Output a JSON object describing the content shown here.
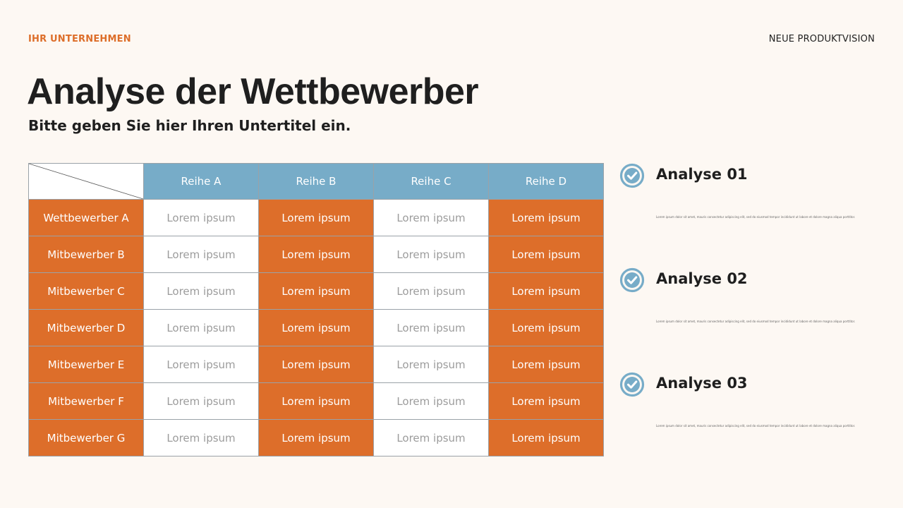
{
  "header": {
    "company": "IHR UNTERNEHMEN",
    "vision": "NEUE PRODUKTVISION"
  },
  "title": "Analyse der Wettbewerber",
  "subtitle": "Bitte geben Sie hier Ihren Untertitel ein.",
  "table": {
    "columns": [
      "Reihe A",
      "Reihe B",
      "Reihe C",
      "Reihe D"
    ],
    "rows": [
      {
        "label": "Wettbewerber A",
        "cells": [
          "Lorem ipsum",
          "Lorem ipsum",
          "Lorem ipsum",
          "Lorem ipsum"
        ]
      },
      {
        "label": "Mitbewerber B",
        "cells": [
          "Lorem ipsum",
          "Lorem ipsum",
          "Lorem ipsum",
          "Lorem ipsum"
        ]
      },
      {
        "label": "Mitbewerber C",
        "cells": [
          "Lorem ipsum",
          "Lorem ipsum",
          "Lorem ipsum",
          "Lorem ipsum"
        ]
      },
      {
        "label": "Mitbewerber D",
        "cells": [
          "Lorem ipsum",
          "Lorem ipsum",
          "Lorem ipsum",
          "Lorem ipsum"
        ]
      },
      {
        "label": "Mitbewerber E",
        "cells": [
          "Lorem ipsum",
          "Lorem ipsum",
          "Lorem ipsum",
          "Lorem ipsum"
        ]
      },
      {
        "label": "Mitbewerber F",
        "cells": [
          "Lorem ipsum",
          "Lorem ipsum",
          "Lorem ipsum",
          "Lorem ipsum"
        ]
      },
      {
        "label": "Mitbewerber G",
        "cells": [
          "Lorem ipsum",
          "Lorem ipsum",
          "Lorem ipsum",
          "Lorem ipsum"
        ]
      }
    ]
  },
  "analyses": [
    {
      "title": "Analyse 01",
      "text": "Lorem ipsum dolor sit amet, mauris consectetur adipiscing elit, sed do eiusmod tempor incididunt ut labore et dolore magna aliqua porttitor."
    },
    {
      "title": "Analyse 02",
      "text": "Lorem ipsum dolor sit amet, mauris consectetur adipiscing elit, sed do eiusmod tempor incididunt ut labore et dolore magna aliqua porttitor."
    },
    {
      "title": "Analyse 03",
      "text": "Lorem ipsum dolor sit amet, mauris consectetur adipiscing elit, sed do eiusmod tempor incididunt ut labore et dolore magna aliqua porttitor."
    }
  ],
  "colors": {
    "accent_orange": "#dd6e2a",
    "header_blue": "#77acc8",
    "background": "#fdf8f3",
    "text_dark": "#1f1f1f",
    "text_muted": "#9c9c9c"
  },
  "icons": {
    "analysis_marker": "check-circle-icon"
  }
}
